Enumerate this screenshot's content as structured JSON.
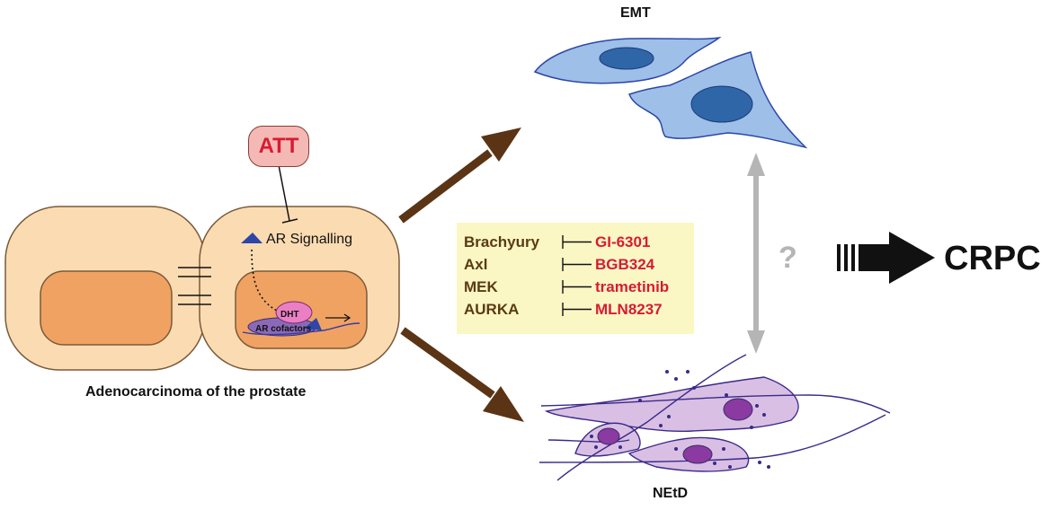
{
  "labels": {
    "emt": "EMT",
    "netd": "NEtD",
    "adenocarcinoma": "Adenocarcinoma of the prostate",
    "crpc": "CRPC",
    "question": "?",
    "att": "ATT",
    "ar_signalling": "AR Signalling",
    "dht": "DHT",
    "ar_cofactors": "AR cofactors"
  },
  "drug_table": [
    {
      "target": "Brachyury",
      "inhibitor": "GI-6301"
    },
    {
      "target": "Axl",
      "inhibitor": "BGB324"
    },
    {
      "target": "MEK",
      "inhibitor": "trametinib"
    },
    {
      "target": "AURKA",
      "inhibitor": "MLN8237"
    }
  ],
  "colors": {
    "cell_cytoplasm": "#fbdcb2",
    "nucleus": "#f0a263",
    "emt_cell": "#9dbfe8",
    "emt_nucleus": "#2f66a8",
    "netd_cell": "#d9bfe3",
    "netd_nucleus": "#8a3aa0",
    "arrow_brown": "#5a3414",
    "inhibitor_red": "#d81b33",
    "drug_box_bg": "#fbf7c5"
  }
}
